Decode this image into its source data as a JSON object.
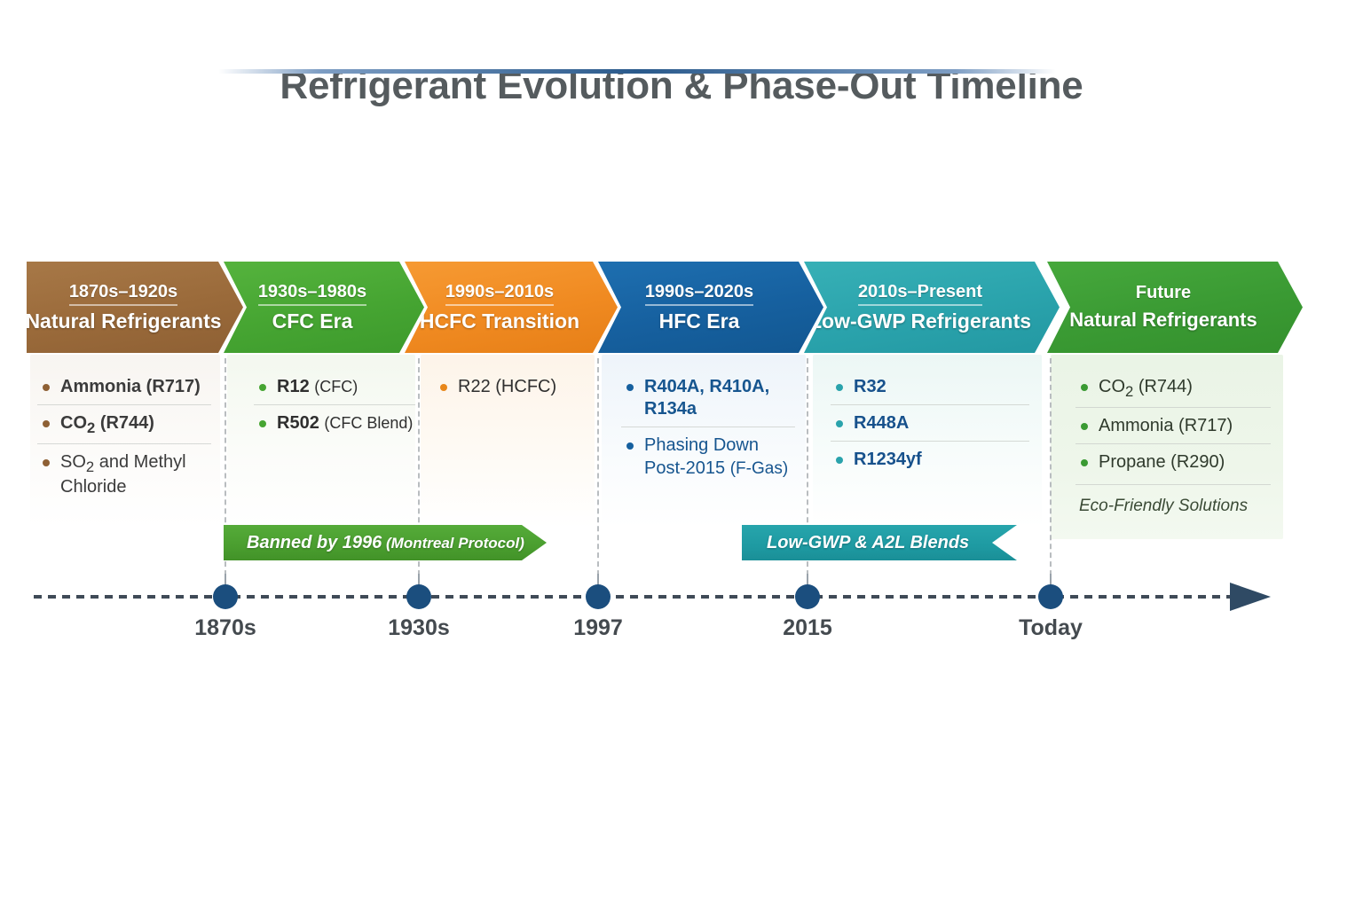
{
  "header": {
    "title": "Refrigerant Evolution & Phase-Out Timeline"
  },
  "eras": [
    {
      "era_label": "1870s–1920s",
      "name": "Natural Refrigerants",
      "accent": "#9a6a3a",
      "items": [
        {
          "code": "Ammonia (R717)",
          "desc": ""
        },
        {
          "code": "CO",
          "sub": "2",
          "code_tail": " (R744)",
          "desc": ""
        },
        {
          "code": "SO",
          "sub": "2",
          "code_tail": " and Methyl Chloride",
          "desc": ""
        }
      ]
    },
    {
      "era_label": "1930s–1980s",
      "name": "CFC Era",
      "accent": "#46a532",
      "items": [
        {
          "code": "R12",
          "desc": "(CFC)"
        },
        {
          "code": "R502",
          "desc": "(CFC Blend)"
        }
      ],
      "ribbon": {
        "pre": "Banned by ",
        "bold": "1996",
        "post": " (Montreal Protocol)",
        "color": "#4a9e2f"
      }
    },
    {
      "era_label": "1990s–2010s",
      "name": "HCFC Transition",
      "accent": "#f08a21",
      "items": [
        {
          "code": "R22",
          "desc": "(HCFC)"
        }
      ]
    },
    {
      "era_label": "1990s–2020s",
      "name": "HFC Era",
      "accent": "#16609f",
      "items": [
        {
          "code": "R404A, R410A, R134a",
          "desc": ""
        },
        {
          "code": "Phasing Down Post-2015",
          "desc": "(F-Gas)"
        }
      ]
    },
    {
      "era_label": "2010s–Present",
      "name": "Low-GWP Refrigerants",
      "accent": "#2aa3ac",
      "items": [
        {
          "code": "R32",
          "desc": ""
        },
        {
          "code": "R448A",
          "desc": ""
        },
        {
          "code": "R1234yf",
          "desc": ""
        }
      ],
      "ribbon": {
        "pre": "",
        "bold": "Low-GWP & A2L Blends",
        "post": "",
        "color": "#1e9aa2"
      }
    },
    {
      "era_label": "Future",
      "name": "Natural Refrigerants",
      "accent": "#3a9a33",
      "items": [
        {
          "code": "CO",
          "sub": "2",
          "code_tail": " (R744)",
          "desc": ""
        },
        {
          "code": "Ammonia (R717)",
          "desc": ""
        },
        {
          "code": "Propane (R290)",
          "desc": ""
        }
      ],
      "note": "Eco-Friendly Solutions"
    }
  ],
  "timeline": {
    "ticks": [
      "1870s",
      "1930s",
      "1997",
      "2015",
      "Today"
    ],
    "node_color": "#1b4e7e",
    "axis_color": "#3f4a57"
  }
}
